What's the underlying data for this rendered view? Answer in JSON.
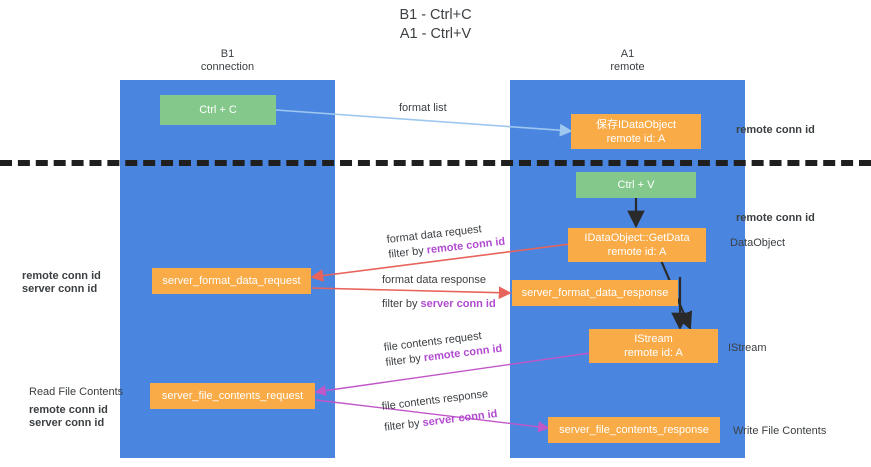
{
  "title": "B1 - Ctrl+C\nA1 - Ctrl+V",
  "colors": {
    "lane": "#4a86e0",
    "node_orange": "#f9ab48",
    "node_green": "#84c98b",
    "accent_purple": "#b14bd0",
    "accent_green": "#59b36b",
    "arrow_red": "#e8635b",
    "arrow_blue": "#9ec8ef",
    "arrow_magenta": "#c057c8",
    "arrow_dark": "#2a2a2a",
    "divider": "#1f1f1f"
  },
  "lanes": [
    {
      "name": "b1",
      "label": "B1\nconnection"
    },
    {
      "name": "a1",
      "label": "A1\nremote"
    }
  ],
  "nodes": [
    {
      "name": "ctrl-c",
      "kind": "green",
      "line1": "Ctrl + C",
      "line2": ""
    },
    {
      "name": "save-idataobject",
      "kind": "orange",
      "line1": "保存IDataObject",
      "line2": "remote id: A"
    },
    {
      "name": "ctrl-v",
      "kind": "green",
      "line1": "Ctrl + V",
      "line2": ""
    },
    {
      "name": "idataobject-getdata",
      "kind": "orange",
      "line1": "IDataObject::GetData",
      "line2": "remote id: A"
    },
    {
      "name": "server-format-data-request",
      "kind": "orange",
      "line1": "server_format_data_request",
      "line2": ""
    },
    {
      "name": "server-format-data-response",
      "kind": "orange",
      "line1": "server_format_data_response",
      "line2": ""
    },
    {
      "name": "istream",
      "kind": "orange",
      "line1": "IStream",
      "line2": "remote id: A"
    },
    {
      "name": "server-file-contents-request",
      "kind": "orange",
      "line1": "server_file_contents_request",
      "line2": ""
    },
    {
      "name": "server-file-contents-response",
      "kind": "orange",
      "line1": "server_file_contents_response",
      "line2": ""
    }
  ],
  "edge_labels": {
    "format_list": "format list",
    "format_data_request": "format data request",
    "format_data_request_filter_prefix": "filter by ",
    "format_data_request_filter_key": "remote conn id",
    "format_data_response": "format data response",
    "format_data_response_filter_prefix": "filter by ",
    "format_data_response_filter_key": "server conn id",
    "file_contents_request": "file contents request",
    "file_contents_request_filter_prefix": "filter by ",
    "file_contents_request_filter_key": "remote conn id",
    "file_contents_response": "file contents response",
    "file_contents_response_filter_prefix": "filter by ",
    "file_contents_response_filter_key": "server conn id"
  },
  "side_labels": {
    "right_remote_conn_id_top": "remote conn id",
    "right_remote_conn_id_mid": "remote conn id",
    "right_dataobject": "DataObject",
    "right_istream": "IStream",
    "right_write_file_contents": "Write File Contents",
    "left_read_file_contents": "Read File Contents",
    "left_remote_conn_id_mid": "remote conn id",
    "left_server_conn_id_mid": "server conn id",
    "left_remote_conn_id_bottom": "remote conn id",
    "left_server_conn_id_bottom": "server conn id"
  }
}
